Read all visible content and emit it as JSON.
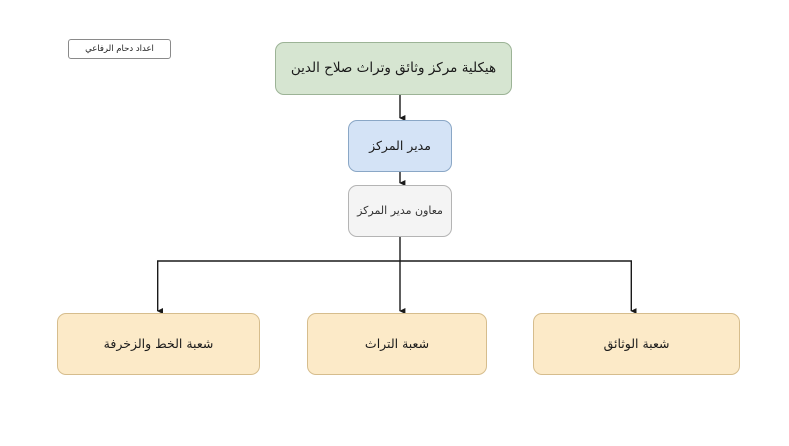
{
  "diagram": {
    "type": "organizational-chart",
    "language": "ar",
    "direction": "rtl",
    "background_color": "#ffffff",
    "note": {
      "text": "اعداد دحام الرفاعي",
      "background_color": "#ffffff",
      "border_color": "#8a8a8a"
    },
    "nodes": [
      {
        "id": "title",
        "label": "هيكلية مركز وثائق وتراث صلاح الدين",
        "level": 0,
        "fill_color": "#d6e5d1",
        "border_color": "#9cb396"
      },
      {
        "id": "director",
        "label": "مدير المركز",
        "level": 1,
        "fill_color": "#d4e3f6",
        "border_color": "#8aa7c6"
      },
      {
        "id": "assistant",
        "label": "معاون مدير المركز",
        "level": 2,
        "fill_color": "#f4f4f4",
        "border_color": "#b4b4b4"
      },
      {
        "id": "division-calligraphy",
        "label": "شعبة الخط والزخرفة",
        "level": 3,
        "fill_color": "#fceac8",
        "border_color": "#d6bd8d"
      },
      {
        "id": "division-heritage",
        "label": "شعبة التراث",
        "level": 3,
        "fill_color": "#fceac8",
        "border_color": "#d6bd8d"
      },
      {
        "id": "division-documents",
        "label": "شعبة الوثائق",
        "level": 3,
        "fill_color": "#fceac8",
        "border_color": "#d6bd8d"
      }
    ],
    "connectors": {
      "line_color": "#1a1a1a",
      "arrow_style": "filled-triangle",
      "edges": [
        {
          "from": "title",
          "to": "director"
        },
        {
          "from": "director",
          "to": "assistant"
        },
        {
          "from": "assistant",
          "to": "division-calligraphy"
        },
        {
          "from": "assistant",
          "to": "division-heritage"
        },
        {
          "from": "assistant",
          "to": "division-documents"
        }
      ]
    }
  }
}
